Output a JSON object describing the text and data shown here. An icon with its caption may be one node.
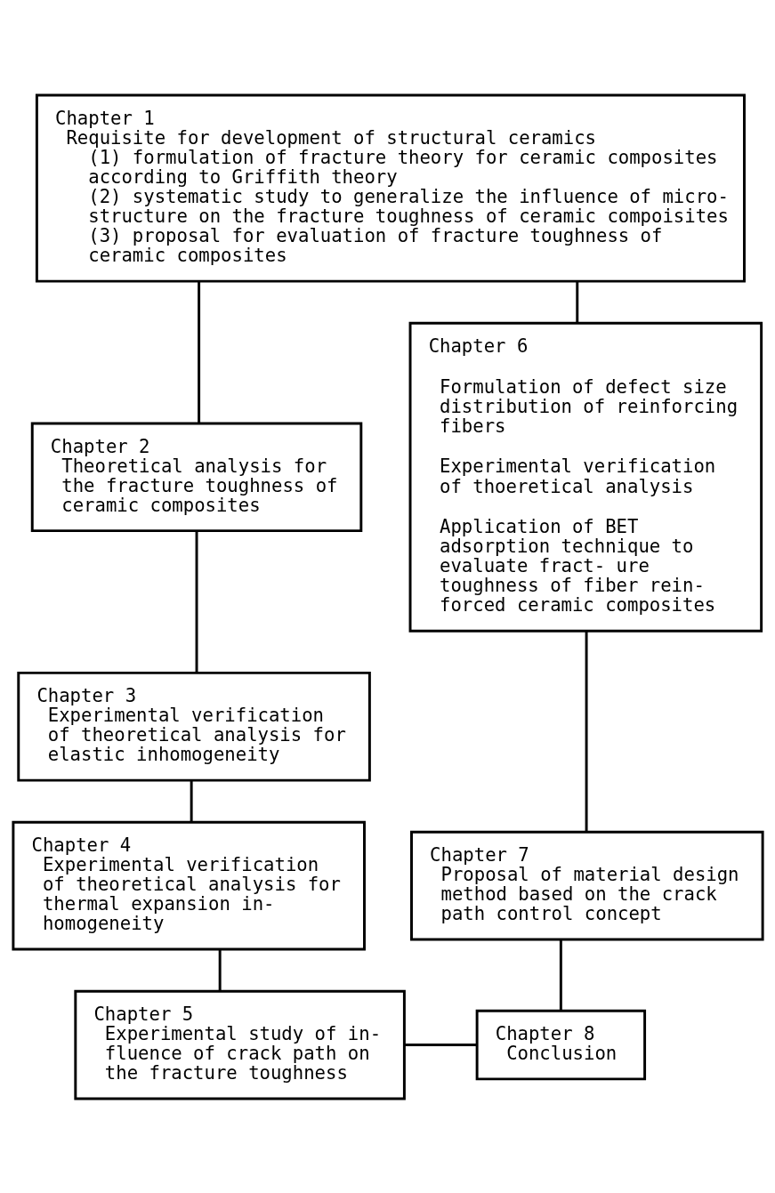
{
  "diagram": {
    "nodes": [
      {
        "text": [
          "Chapter 1",
          "Requisite for development of structural ceramics",
          "(1) formulation of fracture theory for ceramic composites according to Griffith theory",
          "(2) systematic study to generalize the influence of micro- structure on the fracture toughness of ceramic compoisites",
          "(3) proposal for evaluation of fracture toughness of ceramic composites"
        ]
      },
      {
        "text": [
          "Chapter 2",
          "Theoretical analysis for the fracture toughness of ceramic composites"
        ]
      },
      {
        "text": [
          "Chapter 3",
          "Experimental verification of theoretical analysis for elastic inhomogeneity"
        ]
      },
      {
        "text": [
          "Chapter 4",
          "Experimental verification of theoretical analysis for thermal expansion in- homogeneity"
        ]
      },
      {
        "text": [
          "Chapter 5",
          "Experimental study of in- fluence of crack path on the fracture toughness"
        ]
      },
      {
        "text": [
          "Chapter 6",
          "Formulation of defect size distribution of reinforcing fibers",
          "Experimental verification of thoeretical analysis",
          "Application of BET adsorption technique to evaluate fract- ure toughness of fiber rein- forced ceramic composites"
        ]
      },
      {
        "text": [
          "Chapter 7",
          "Proposal of material design method based on the crack path control concept"
        ]
      },
      {
        "text": [
          "Chapter 8",
          "Conclusion"
        ]
      }
    ],
    "edges": [
      {
        "from": 0,
        "to": 1,
        "arrow": "none"
      },
      {
        "from": 1,
        "to": 2,
        "arrow": "none"
      },
      {
        "from": 2,
        "to": 3,
        "arrow": "none"
      },
      {
        "from": 3,
        "to": 4,
        "arrow": "none"
      },
      {
        "from": 0,
        "to": 5,
        "arrow": "none"
      },
      {
        "from": 5,
        "to": 6,
        "arrow": "none"
      },
      {
        "from": 6,
        "to": 7,
        "arrow": "none"
      },
      {
        "from": 4,
        "to": 7,
        "arrow": "none"
      }
    ]
  }
}
